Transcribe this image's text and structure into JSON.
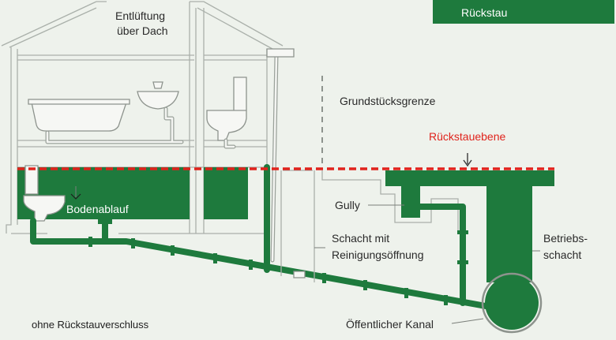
{
  "legend": {
    "label": "Rückstau",
    "color": "#1e7a3d"
  },
  "labels": {
    "vent_line1": "Entlüftung",
    "vent_line2": "über Dach",
    "property_line": "Grundstücksgrenze",
    "backflow_level": "Rückstauebene",
    "floor_drain": "Bodenablauf",
    "gully": "Gully",
    "shaft_line1": "Schacht mit",
    "shaft_line2": "Reinigungsöffnung",
    "service_shaft_line1": "Betriebs-",
    "service_shaft_line2": "schacht",
    "caption": "ohne Rückstauverschluss",
    "public_sewer": "Öffentlicher Kanal"
  },
  "colors": {
    "backflow_green": "#1e7a3d",
    "backflow_level_red": "#e0231c",
    "background": "#eef2ec"
  }
}
